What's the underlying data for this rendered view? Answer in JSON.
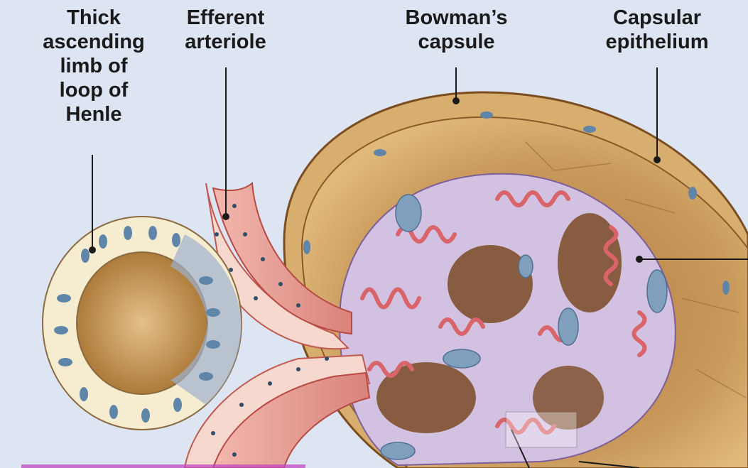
{
  "labels": {
    "thick_ascending_limb": [
      "Thick",
      "ascending",
      "limb of",
      "loop of",
      "Henle"
    ],
    "efferent_arteriole": [
      "Efferent",
      "arteriole"
    ],
    "bowmans_capsule": [
      "Bowman’s",
      "capsule"
    ],
    "capsular_epithelium": [
      "Capsular",
      "epithelium"
    ]
  },
  "colors": {
    "background": "#dde4f2",
    "capsule_tan": "#c9a063",
    "capsule_dark": "#8a5a28",
    "tubule_cell": "#f6ecd0",
    "nucleus_blue": "#7f9fbd",
    "arteriole_pink": "#e8a39a",
    "podocyte_lavender": "#c9b7dc",
    "capillary_red": "#d96a6a"
  }
}
